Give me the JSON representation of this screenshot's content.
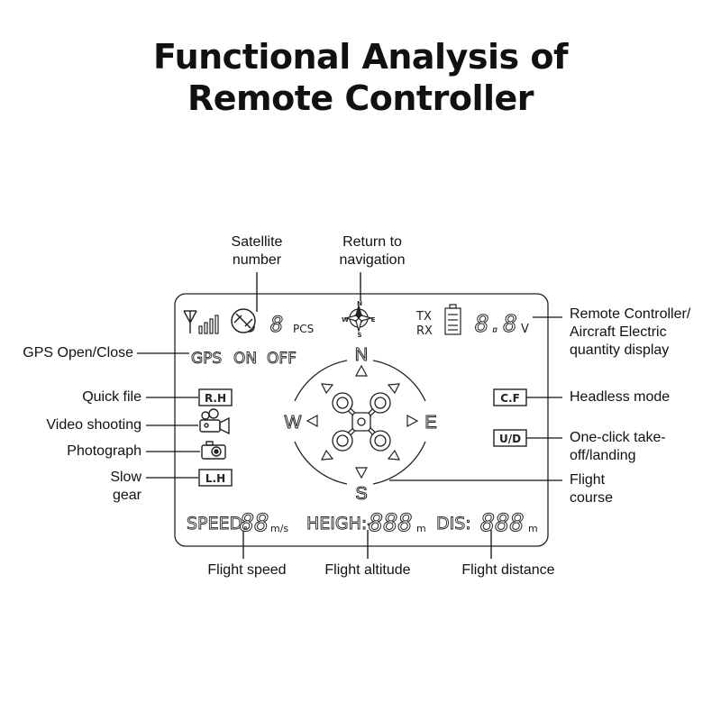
{
  "title_line1": "Functional Analysis of",
  "title_line2": "Remote Controller",
  "callouts": {
    "satellite_number": [
      "Satellite",
      "number"
    ],
    "return_navigation": [
      "Return to",
      "navigation"
    ],
    "battery_display": [
      "Remote Controller/",
      "Aircraft Electric",
      "quantity display"
    ],
    "gps_open_close": "GPS Open/Close",
    "quick_file": "Quick file",
    "video_shooting": "Video shooting",
    "photograph": "Photograph",
    "slow_gear": [
      "Slow",
      "gear"
    ],
    "headless_mode": "Headless mode",
    "one_click": [
      "One-click take-",
      "off/landing"
    ],
    "flight_course": [
      "Flight",
      "course"
    ],
    "flight_speed": "Flight speed",
    "flight_altitude": "Flight altitude",
    "flight_distance": "Flight distance"
  },
  "lcd": {
    "pcs": "PCS",
    "tx": "TX",
    "rx": "RX",
    "volt_unit": "V",
    "gps": "GPS",
    "on": "ON",
    "off": "OFF",
    "rh": "R.H",
    "lh": "L.H",
    "cf": "C.F",
    "ud": "U/D",
    "north": "N",
    "south": "S",
    "east": "E",
    "west": "W",
    "speed": "SPEED:",
    "speed_unit": "m/s",
    "heigh": "HEIGH:-",
    "heigh_unit": "m",
    "dis": "DIS:",
    "dis_unit": "m",
    "digits2": "88",
    "digits3": "888",
    "digit1": "8",
    "volt_digits": "8.8"
  },
  "icons": [
    "antenna-icon",
    "signal-bars-icon",
    "satellite-icon",
    "compass-icon",
    "battery-icon",
    "video-camera-icon",
    "photo-camera-icon",
    "drone-icon",
    "direction-arrow-icon"
  ]
}
